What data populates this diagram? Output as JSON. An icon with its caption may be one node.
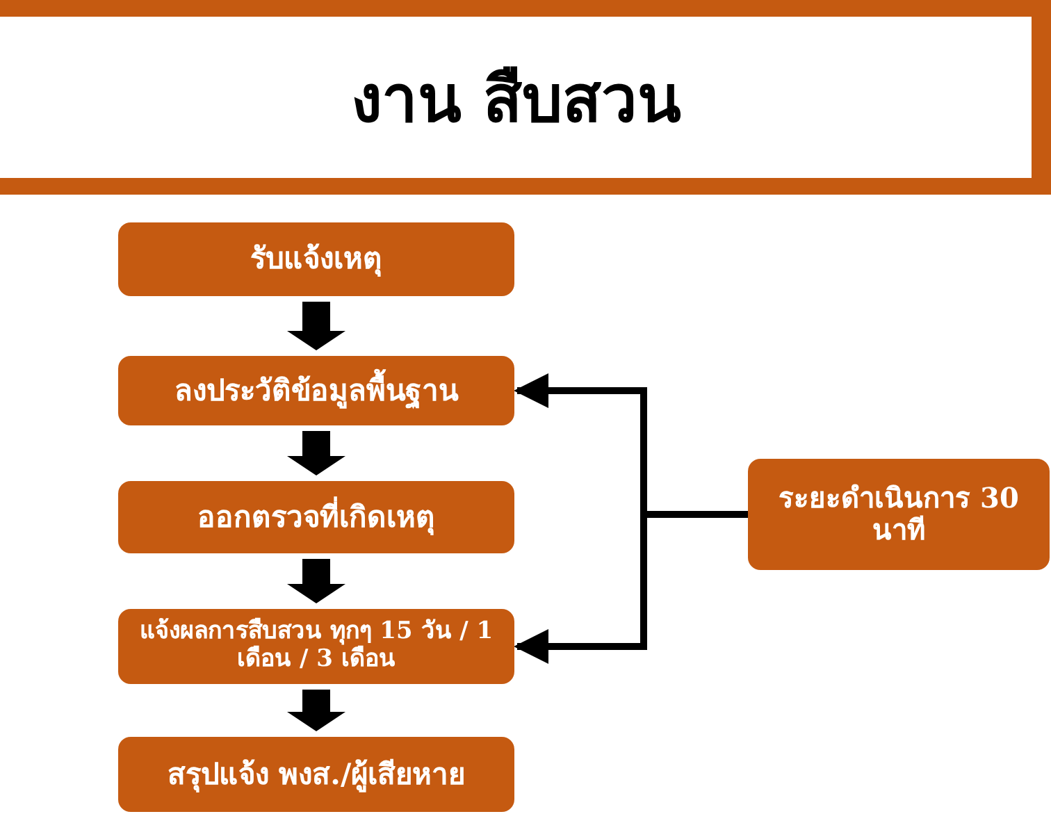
{
  "diagram": {
    "title": "งาน สืบสวน",
    "nodes": [
      {
        "text": [
          "รับแจ้งเหตุ"
        ]
      },
      {
        "text": [
          "ลงประวัติข้อมูลพื้นฐาน"
        ]
      },
      {
        "text": [
          "ออกตรวจที่เกิดเหตุ"
        ]
      },
      {
        "text": [
          "แจ้งผลการสืบสวน ทุกๆ 15 วัน / 1 เดือน / 3 เดือน"
        ]
      },
      {
        "text": [
          "สรุปแจ้ง พงส./ผู้เสียหาย"
        ]
      },
      {
        "text": [
          "ระยะดำเนินการ 30 นาที"
        ]
      }
    ],
    "edges": [
      {
        "from": 0,
        "to": 1,
        "arrow": "to",
        "style": "thick"
      },
      {
        "from": 1,
        "to": 2,
        "arrow": "to",
        "style": "thick"
      },
      {
        "from": 2,
        "to": 3,
        "arrow": "to",
        "style": "thick"
      },
      {
        "from": 3,
        "to": 4,
        "arrow": "to",
        "style": "thick"
      },
      {
        "from": 5,
        "to": 1,
        "arrow": "to"
      },
      {
        "from": 5,
        "to": 3,
        "arrow": "to"
      }
    ]
  }
}
